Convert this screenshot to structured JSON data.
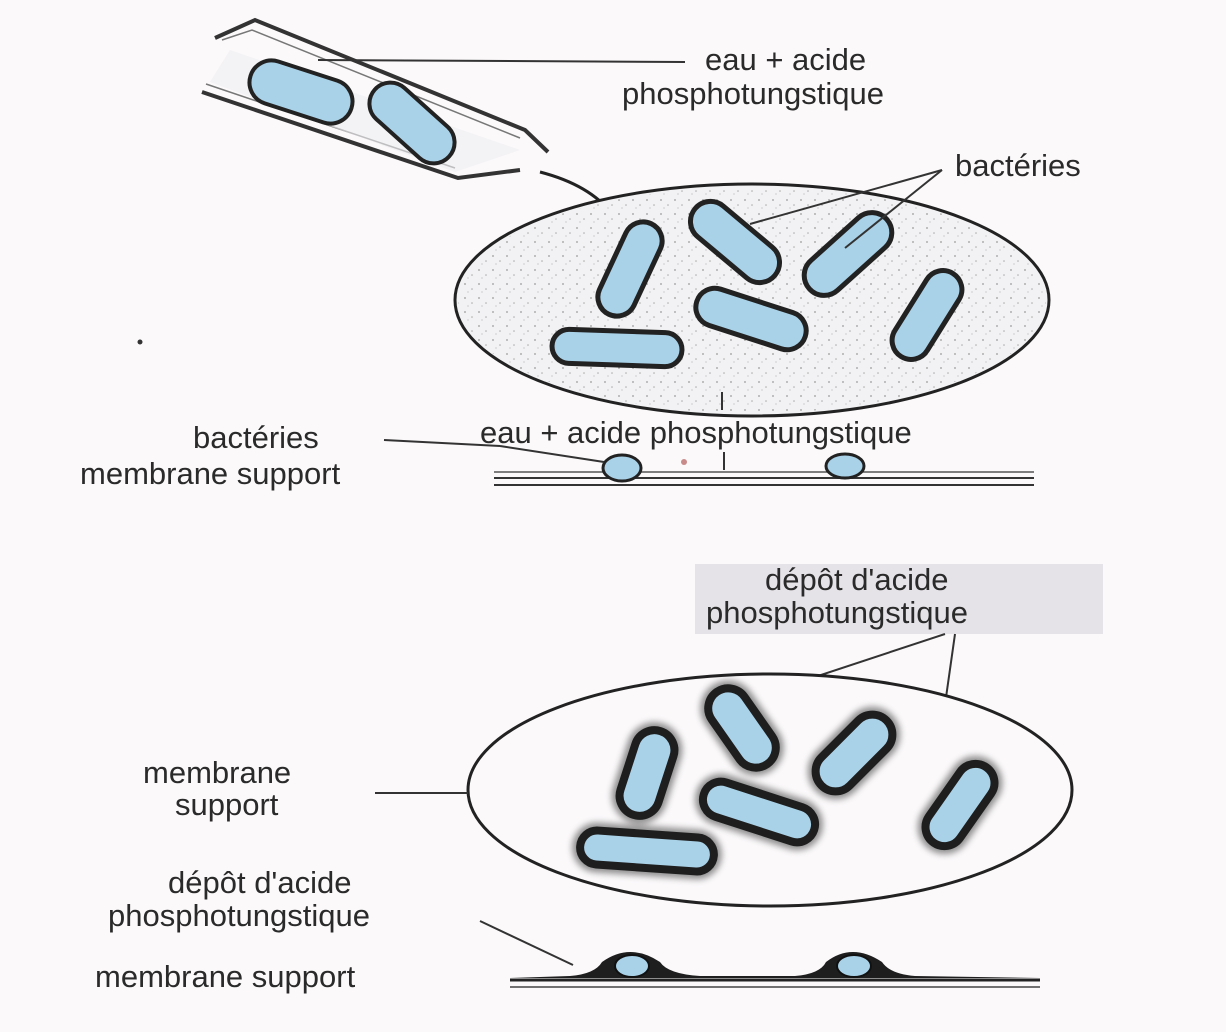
{
  "colors": {
    "background": "#fbf9fa",
    "bacterium_fill": "#a9d2e8",
    "outline": "#222222",
    "stain": "#1e1e1e",
    "label_box": "#e6e3e8"
  },
  "labels": {
    "pipette_line1": "eau + acide",
    "pipette_line2": "phosphotungstique",
    "bacteria_top": "bactéries",
    "mid_bacteria": "bactéries",
    "mid_membrane": "membrane support",
    "mid_liquid": "eau + acide phosphotungstique",
    "deposit_top_line1": "dépôt d'acide",
    "deposit_top_line2": "phosphotungstique",
    "membrane_left_line1": "membrane",
    "membrane_left_line2": "support",
    "deposit_bottom_line1": "dépôt d'acide",
    "deposit_bottom_line2": "phosphotungstique",
    "membrane_bottom": "membrane support"
  }
}
